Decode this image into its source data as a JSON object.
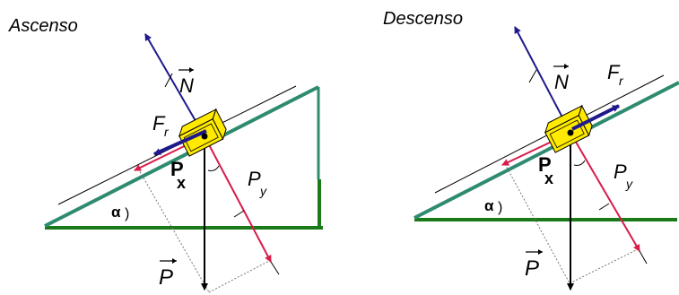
{
  "panels": [
    {
      "title": "Ascenso",
      "normal_force": "N",
      "friction_base": "F",
      "friction_sub": "r",
      "px_base": "P",
      "px_sub": "x",
      "py_base": "P",
      "py_sub": "y",
      "weight": "P",
      "angle": "α",
      "angle_paren": ")"
    },
    {
      "title": "Descenso",
      "normal_force": "N",
      "friction_base": "F",
      "friction_sub": "r",
      "px_base": "P",
      "px_sub": "x",
      "py_base": "P",
      "py_sub": "y",
      "weight": "P",
      "angle": "α",
      "angle_paren": ")"
    }
  ],
  "colors": {
    "ground": "#1a7a1a",
    "incline": "#2e8b70",
    "normal": "#1f1a8c",
    "px": "#d81b4a",
    "weight": "#000000",
    "block": "#ffea00"
  }
}
